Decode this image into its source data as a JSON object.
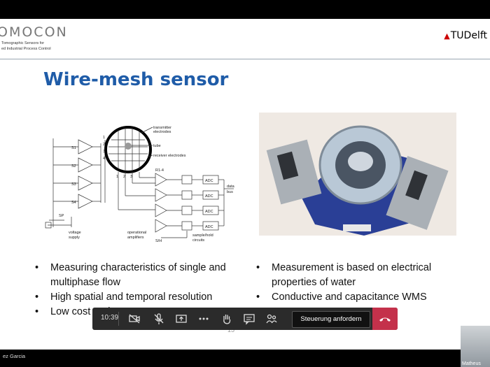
{
  "header": {
    "brand": "OMOCON",
    "tagline_1": "Tomographic Sensors for",
    "tagline_2": "ed Industrial Process Control",
    "university": "TUDelft"
  },
  "slide": {
    "title": "Wire-mesh sensor",
    "page_number": "15",
    "diagram_labels": {
      "transmitter": "transmitter",
      "electrodes": "electrodes",
      "tube": "tube",
      "receiver": "receiver electrodes",
      "switches": [
        "S1",
        "S2",
        "S3",
        "S4"
      ],
      "rail": "R1-4",
      "adc": [
        "ADC",
        "ADC",
        "ADC",
        "ADC"
      ],
      "data": "data",
      "bus": "bus",
      "sp": "SP",
      "voltage": "voltage",
      "supply": "supply",
      "operational": "operational",
      "amplifiers": "amplifiers",
      "sh": "S/H",
      "sample_hold": "sample/hold",
      "circuits": "circuits",
      "numbers": [
        "1",
        "2",
        "3",
        "4",
        "1",
        "2",
        "3"
      ]
    },
    "bullets_left": [
      "Measuring characteristics of single and multiphase flow",
      "High spatial and temporal resolution",
      "Low cost and easy to use"
    ],
    "bullets_right": [
      "Measurement is based on electrical properties of water",
      "Conductive and capacitance WMS"
    ]
  },
  "meeting_toolbar": {
    "time": "10:39",
    "request_control_label": "Steuerung anfordern",
    "icons": [
      "camera-off-icon",
      "mic-off-icon",
      "share-screen-icon",
      "more-options-icon",
      "raise-hand-icon",
      "chat-icon",
      "participants-icon",
      "hang-up-icon"
    ],
    "hangup_color": "#c4314b"
  },
  "presenter_name": "ez Garcia",
  "participant_thumb_name": "Matheus"
}
